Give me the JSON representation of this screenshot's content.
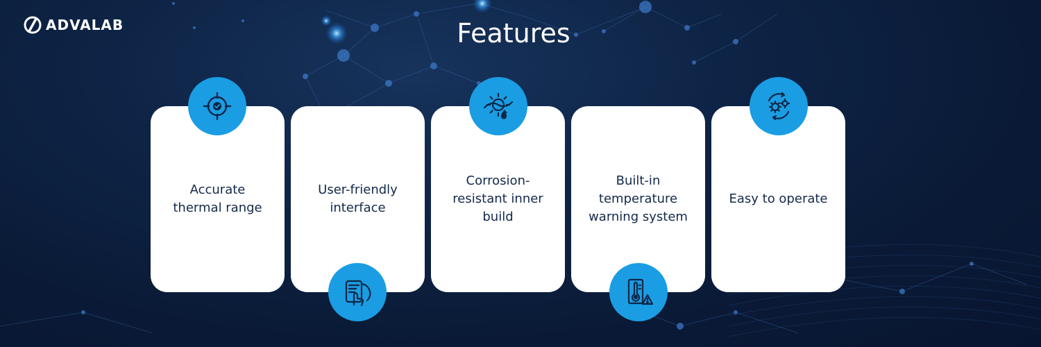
{
  "brand": {
    "name": "ADVALAB"
  },
  "page": {
    "title": "Features"
  },
  "colors": {
    "accent": "#1a9de3",
    "card": "#ffffff",
    "text_dark": "#13294a",
    "background": "#0e2446"
  },
  "features": [
    {
      "label": "Accurate\nthermal range",
      "icon": "target-check-icon"
    },
    {
      "label": "User-friendly\ninterface",
      "icon": "touch-dashboard-icon"
    },
    {
      "label": "Corrosion-\nresistant inner\nbuild",
      "icon": "gear-drop-icon"
    },
    {
      "label": "Built-in\ntemperature\nwarning system",
      "icon": "thermometer-warning-icon"
    },
    {
      "label": "Easy to operate",
      "icon": "cycle-gears-icon"
    }
  ]
}
